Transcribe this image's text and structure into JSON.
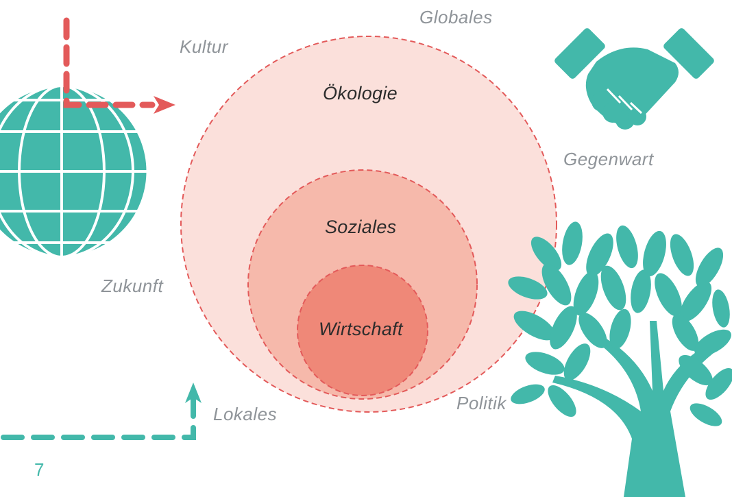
{
  "colors": {
    "accent_teal": "#43b8aa",
    "accent_red": "#e35a5a",
    "circle_outer": "#fbe0db",
    "circle_middle": "#f6b9ab",
    "circle_inner": "#ef8878",
    "label_grey": "#8f9499",
    "label_dark": "#2c2c2c"
  },
  "circles": {
    "outer": "Ökologie",
    "middle": "Soziales",
    "inner": "Wirtschaft"
  },
  "context_labels": {
    "top": "Globales",
    "top_left": "Kultur",
    "right": "Gegenwart",
    "left": "Zukunft",
    "bottom_left": "Lokales",
    "bottom_right": "Politik"
  },
  "icons": [
    "globe-icon",
    "handshake-icon",
    "tree-icon",
    "arrow-right-icon",
    "arrow-up-icon"
  ],
  "page_number": "7"
}
